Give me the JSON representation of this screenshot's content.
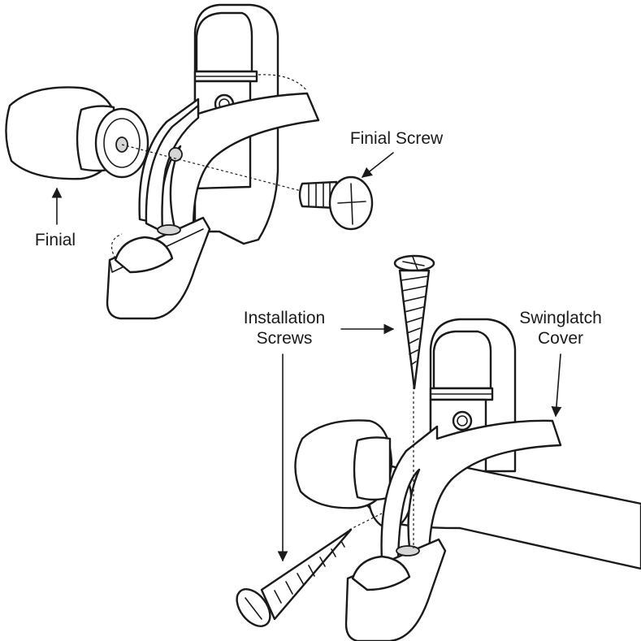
{
  "labels": {
    "finial": "Finial",
    "finial_screw": "Finial Screw",
    "installation_screws_line1": "Installation",
    "installation_screws_line2": "Screws",
    "swinglatch_cover_line1": "Swinglatch",
    "swinglatch_cover_line2": "Cover"
  },
  "colors": {
    "line": "#1a1a1a",
    "hole_fill": "#d6d6d6",
    "background": "#ffffff"
  }
}
